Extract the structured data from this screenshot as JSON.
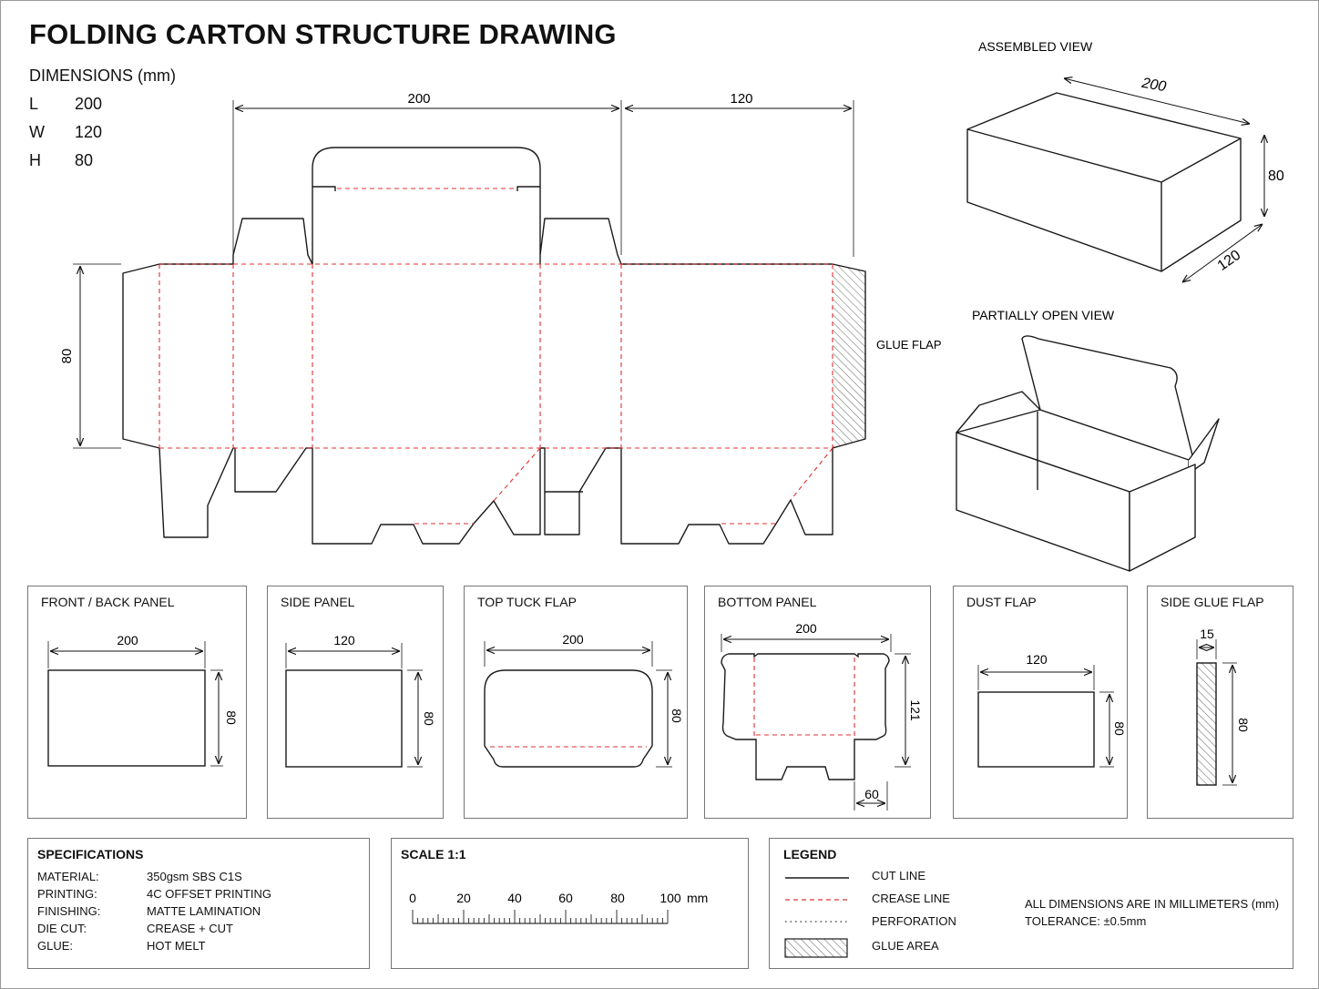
{
  "title": "FOLDING CARTON STRUCTURE DRAWING",
  "dimensions": {
    "heading": "DIMENSIONS (mm)",
    "rows": [
      {
        "key": "L",
        "value": "200"
      },
      {
        "key": "W",
        "value": "120"
      },
      {
        "key": "H",
        "value": "80"
      }
    ]
  },
  "dieline": {
    "dim_length": "200",
    "dim_width": "120",
    "dim_height": "80",
    "glue_flap_label": "GLUE FLAP"
  },
  "assembled_view": {
    "label": "ASSEMBLED VIEW",
    "dim_length": "200",
    "dim_height": "80",
    "dim_width": "120"
  },
  "partial_view": {
    "label": "PARTIALLY OPEN VIEW"
  },
  "panels": [
    {
      "title": "FRONT / BACK PANEL",
      "width": "200",
      "height": "80"
    },
    {
      "title": "SIDE PANEL",
      "width": "120",
      "height": "80"
    },
    {
      "title": "TOP TUCK FLAP",
      "width": "200",
      "height": "80"
    },
    {
      "title": "BOTTOM PANEL",
      "width": "200",
      "height": "121",
      "extra": "60"
    },
    {
      "title": "DUST FLAP",
      "width": "120",
      "height": "80"
    },
    {
      "title": "SIDE GLUE FLAP",
      "width": "15",
      "height": "80"
    }
  ],
  "specifications": {
    "title": "SPECIFICATIONS",
    "rows": [
      {
        "key": "MATERIAL:",
        "value": "350gsm SBS C1S"
      },
      {
        "key": "PRINTING:",
        "value": "4C OFFSET PRINTING"
      },
      {
        "key": "FINISHING:",
        "value": "MATTE LAMINATION"
      },
      {
        "key": "DIE CUT:",
        "value": "CREASE + CUT"
      },
      {
        "key": "GLUE:",
        "value": "HOT MELT"
      }
    ]
  },
  "scale": {
    "title": "SCALE 1:1",
    "ticks": [
      "0",
      "20",
      "40",
      "60",
      "80",
      "100"
    ],
    "unit": "mm"
  },
  "legend": {
    "title": "LEGEND",
    "items": [
      {
        "label": "CUT LINE"
      },
      {
        "label": "CREASE LINE"
      },
      {
        "label": "PERFORATION"
      },
      {
        "label": "GLUE AREA"
      }
    ],
    "note_1": "ALL DIMENSIONS ARE IN MILLIMETERS (mm)",
    "note_2": "TOLERANCE: ±0.5mm"
  },
  "colors": {
    "cut": "#1a1a1a",
    "crease": "#e03030",
    "hatch": "#555555",
    "panel_border": "#777777"
  }
}
